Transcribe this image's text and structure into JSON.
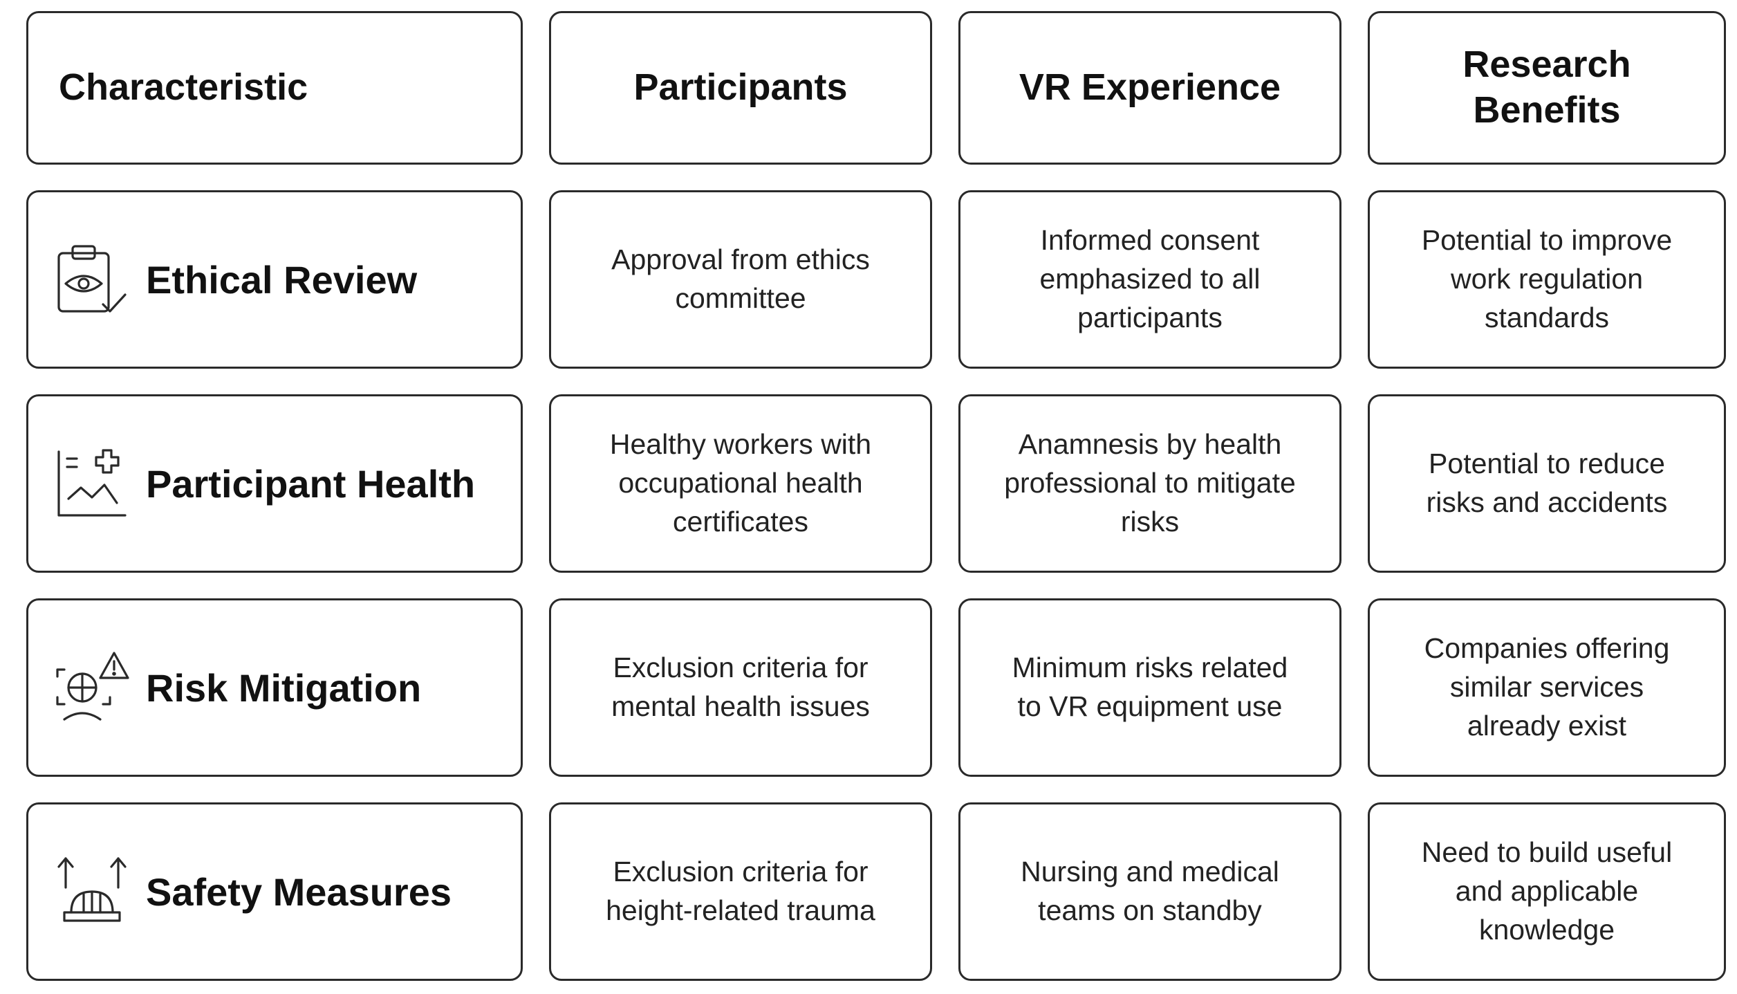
{
  "headers": [
    "Characteristic",
    "Participants",
    "VR Experience",
    "Research Benefits"
  ],
  "rows": [
    {
      "title": "Ethical Review",
      "icon": "clipboard-eye-icon",
      "cells": [
        "Approval from ethics committee",
        "Informed consent emphasized to all participants",
        "Potential to improve work regulation standards"
      ]
    },
    {
      "title": "Participant Health",
      "icon": "health-chart-icon",
      "cells": [
        "Healthy workers with occupational health certificates",
        "Anamnesis by health professional to mitigate risks",
        "Potential to reduce risks and accidents"
      ]
    },
    {
      "title": "Risk Mitigation",
      "icon": "risk-scan-warning-icon",
      "cells": [
        "Exclusion criteria for mental health issues",
        "Minimum risks related to VR equipment use",
        "Companies offering similar services already exist"
      ]
    },
    {
      "title": "Safety Measures",
      "icon": "hard-hat-arrows-icon",
      "cells": [
        "Exclusion criteria for height-related trauma",
        "Nursing and medical teams on standby",
        "Need to build useful and applicable knowledge"
      ]
    }
  ],
  "colors": {
    "border": "#2a2a2a",
    "text": "#1a1a1a",
    "background": "#ffffff"
  }
}
